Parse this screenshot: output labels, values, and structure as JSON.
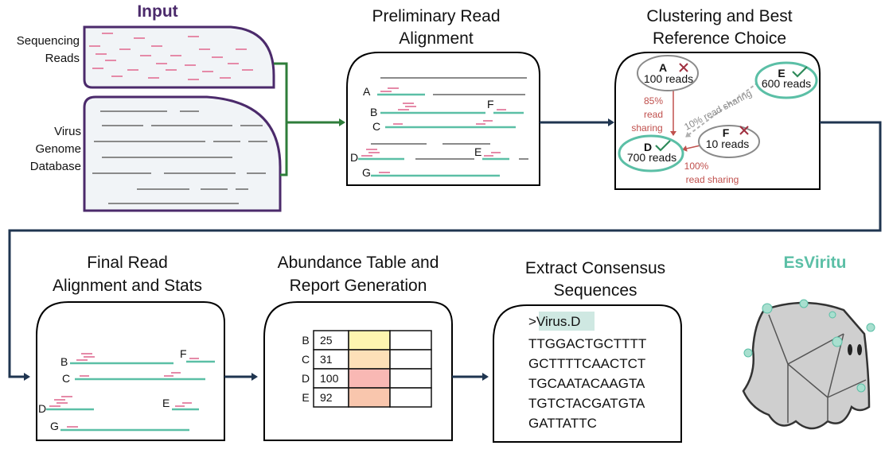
{
  "colors": {
    "purple": "#4b2a6b",
    "green_arrow": "#2e7d3a",
    "navy": "#1f3550",
    "teal": "#5bbfa6",
    "pink": "#e58aa8",
    "gray": "#8a8a8a",
    "red_note": "#c0504d"
  },
  "input": {
    "title": "Input",
    "reads_label": [
      "Sequencing",
      "Reads"
    ],
    "db_label": [
      "Virus",
      "Genome",
      "Database"
    ]
  },
  "prelim": {
    "title": [
      "Preliminary Read",
      "Alignment"
    ],
    "labels": [
      "A",
      "B",
      "C",
      "D",
      "E",
      "F",
      "G"
    ]
  },
  "cluster": {
    "title": [
      "Clustering and Best",
      "Reference Choice"
    ],
    "nodes": [
      {
        "id": "A",
        "reads": "100 reads",
        "status": "cross-icon"
      },
      {
        "id": "E",
        "reads": "600 reads",
        "status": "check-icon"
      },
      {
        "id": "D",
        "reads": "700 reads",
        "status": "check-icon"
      },
      {
        "id": "F",
        "reads": "10 reads",
        "status": "cross-icon"
      }
    ],
    "edge_AD": [
      "85%",
      "read",
      "sharing"
    ],
    "edge_ED": "10% read sharing",
    "edge_FD": [
      "100%",
      "read sharing"
    ]
  },
  "final": {
    "title": [
      "Final Read",
      "Alignment and Stats"
    ],
    "labels": [
      "B",
      "C",
      "D",
      "E",
      "F",
      "G"
    ]
  },
  "abundance": {
    "title": [
      "Abundance Table and",
      "Report Generation"
    ],
    "rows": [
      {
        "label": "B",
        "value": "25",
        "color": "#fdf5b0"
      },
      {
        "label": "C",
        "value": "31",
        "color": "#fde0b8"
      },
      {
        "label": "D",
        "value": "100",
        "color": "#f9b8b4"
      },
      {
        "label": "E",
        "value": "92",
        "color": "#f9c6ad"
      }
    ]
  },
  "consensus": {
    "title": [
      "Extract Consensus",
      "Sequences"
    ],
    "header": ">Virus.D",
    "lines": [
      "TTGGACTGCTTTT",
      "GCTTTTCAACTCT",
      "TGCAATACAAGTA",
      "TGTCTACGATGTA",
      "GATTATTC"
    ]
  },
  "brand": {
    "name": "EsViritu",
    "icon": "virus-ghost-icon"
  }
}
